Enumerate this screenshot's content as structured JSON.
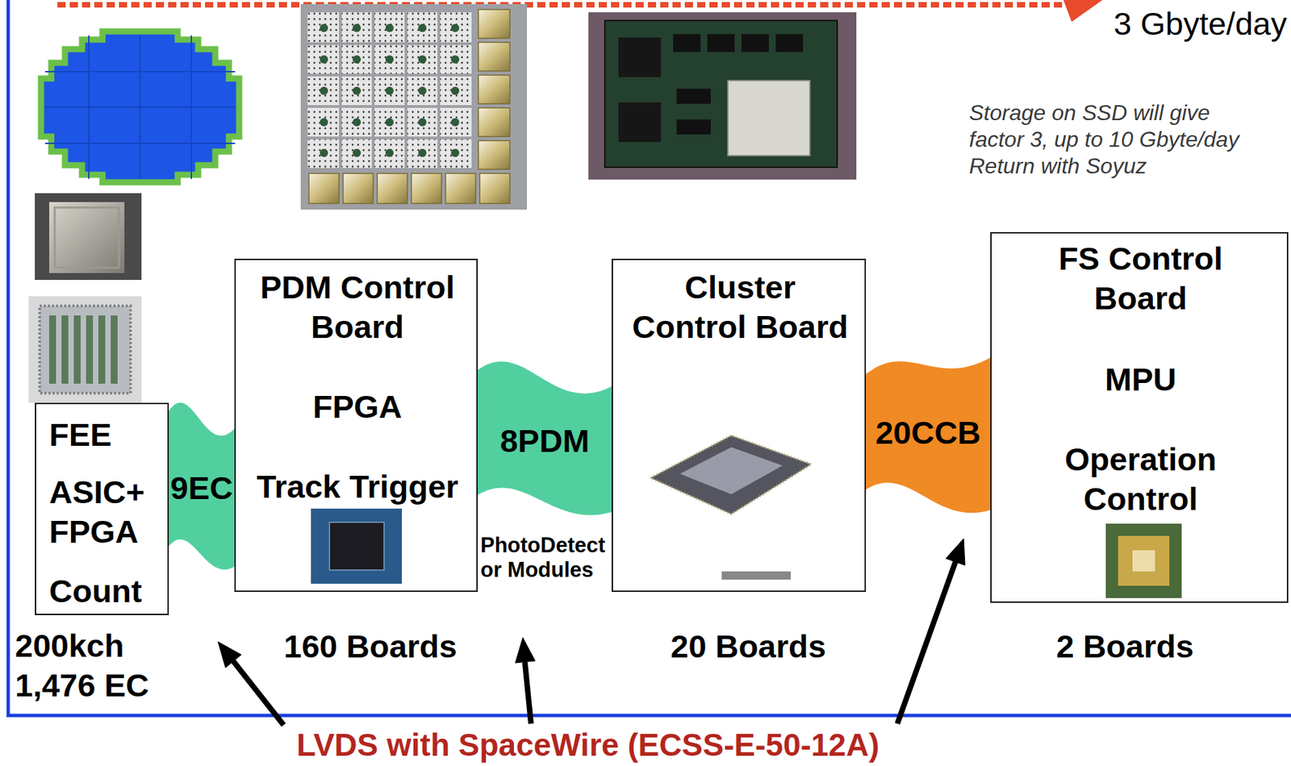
{
  "diagram": {
    "nodes": [
      {
        "text": [
          "FEE",
          "ASIC+ FPGA",
          "Count"
        ]
      },
      {
        "text": [
          "PDM Control Board",
          "FPGA",
          "Track Trigger"
        ]
      },
      {
        "text": [
          "Cluster Control Board"
        ]
      },
      {
        "text": [
          "FS Control Board",
          "MPU",
          "Operation Control"
        ]
      }
    ],
    "edges": [
      {
        "from": 0,
        "to": 1,
        "label": "9EC",
        "arrow": "none"
      },
      {
        "from": 1,
        "to": 2,
        "label": "8PDM",
        "arrow": "none"
      },
      {
        "from": 2,
        "to": 3,
        "label": "20CCB",
        "arrow": "none"
      }
    ],
    "labels": [
      "3 Gbyte/day",
      "Storage on SSD will give factor 3, up to 10 Gbyte/day Return with Soyuz",
      "PhotoDetect or Modules",
      "200kch 1,476 EC",
      "160 Boards",
      "20 Boards",
      "2 Boards",
      "LVDS with SpaceWire (ECSS-E-50-12A)"
    ]
  }
}
